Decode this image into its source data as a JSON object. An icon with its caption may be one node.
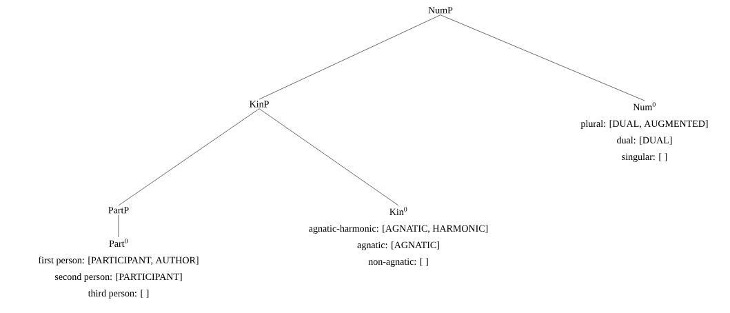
{
  "diagram": {
    "nodes": [
      {
        "text": [
          "NumP"
        ]
      },
      {
        "text": [
          "KinP"
        ]
      },
      {
        "text": [
          "Num$^{0}$",
          "plural: [DUAL, AUGMENTED]",
          "dual: [DUAL]",
          "singular: [ ]"
        ]
      },
      {
        "text": [
          "PartP"
        ]
      },
      {
        "text": [
          "Kin$^{0}$",
          "agnatic-harmonic: [AGNATIC, HARMONIC]",
          "agnatic: [AGNATIC]",
          "non-agnatic: [ ]"
        ]
      },
      {
        "text": [
          "Part$^{0}$",
          "first person: [PARTICIPANT, AUTHOR]",
          "second person: [PARTICIPANT]",
          "third person: [ ]"
        ]
      }
    ],
    "edges": [
      {
        "from": 0,
        "to": 1,
        "arrow": "none"
      },
      {
        "from": 0,
        "to": 2,
        "arrow": "none"
      },
      {
        "from": 1,
        "to": 3,
        "arrow": "none"
      },
      {
        "from": 1,
        "to": 4,
        "arrow": "none"
      },
      {
        "from": 3,
        "to": 5,
        "arrow": "none"
      }
    ]
  }
}
